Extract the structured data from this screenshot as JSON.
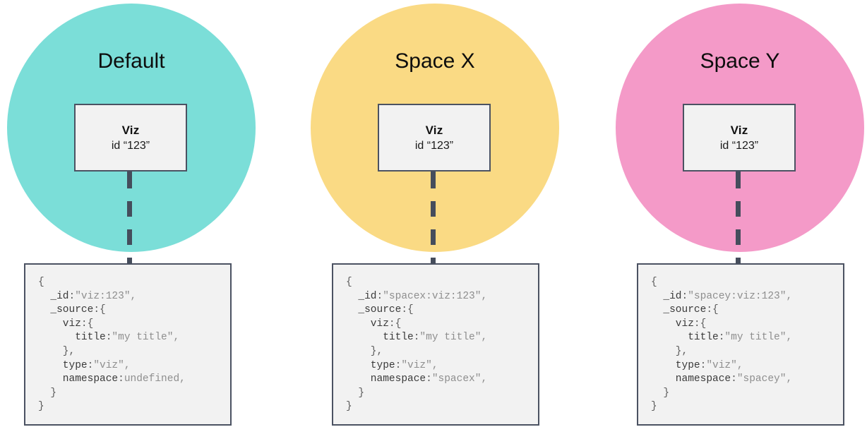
{
  "columns": [
    {
      "title": "Default",
      "circle_color": "#7bded8",
      "node": {
        "title": "Viz",
        "subtitle": "id “123”"
      },
      "json_lines": [
        [
          {
            "t": "{",
            "c": "p"
          }
        ],
        [
          {
            "t": "  _id",
            "c": "k"
          },
          {
            "t": ":",
            "c": "p"
          },
          {
            "t": "\"viz:123\"",
            "c": "v"
          },
          {
            "t": ",",
            "c": "v"
          }
        ],
        [
          {
            "t": "  _source",
            "c": "k"
          },
          {
            "t": ":{",
            "c": "p"
          }
        ],
        [
          {
            "t": "    viz",
            "c": "k"
          },
          {
            "t": ":{",
            "c": "p"
          }
        ],
        [
          {
            "t": "      title",
            "c": "k"
          },
          {
            "t": ":",
            "c": "p"
          },
          {
            "t": "\"my title\"",
            "c": "v"
          },
          {
            "t": ",",
            "c": "v"
          }
        ],
        [
          {
            "t": "    },",
            "c": "p"
          }
        ],
        [
          {
            "t": "    type",
            "c": "k"
          },
          {
            "t": ":",
            "c": "p"
          },
          {
            "t": "\"viz\"",
            "c": "v"
          },
          {
            "t": ",",
            "c": "v"
          }
        ],
        [
          {
            "t": "    namespace",
            "c": "k"
          },
          {
            "t": ":",
            "c": "p"
          },
          {
            "t": "undefined",
            "c": "v"
          },
          {
            "t": ",",
            "c": "v"
          }
        ],
        [
          {
            "t": "  }",
            "c": "p"
          }
        ],
        [
          {
            "t": "}",
            "c": "p"
          }
        ]
      ]
    },
    {
      "title": "Space X",
      "circle_color": "#fada84",
      "node": {
        "title": "Viz",
        "subtitle": "id “123”"
      },
      "json_lines": [
        [
          {
            "t": "{",
            "c": "p"
          }
        ],
        [
          {
            "t": "  _id",
            "c": "k"
          },
          {
            "t": ":",
            "c": "p"
          },
          {
            "t": "\"spacex:viz:123\"",
            "c": "v"
          },
          {
            "t": ",",
            "c": "v"
          }
        ],
        [
          {
            "t": "  _source",
            "c": "k"
          },
          {
            "t": ":{",
            "c": "p"
          }
        ],
        [
          {
            "t": "    viz",
            "c": "k"
          },
          {
            "t": ":{",
            "c": "p"
          }
        ],
        [
          {
            "t": "      title",
            "c": "k"
          },
          {
            "t": ":",
            "c": "p"
          },
          {
            "t": "\"my title\"",
            "c": "v"
          },
          {
            "t": ",",
            "c": "v"
          }
        ],
        [
          {
            "t": "    },",
            "c": "p"
          }
        ],
        [
          {
            "t": "    type",
            "c": "k"
          },
          {
            "t": ":",
            "c": "p"
          },
          {
            "t": "\"viz\"",
            "c": "v"
          },
          {
            "t": ",",
            "c": "v"
          }
        ],
        [
          {
            "t": "    namespace",
            "c": "k"
          },
          {
            "t": ":",
            "c": "p"
          },
          {
            "t": "\"spacex\"",
            "c": "v"
          },
          {
            "t": ",",
            "c": "v"
          }
        ],
        [
          {
            "t": "  }",
            "c": "p"
          }
        ],
        [
          {
            "t": "}",
            "c": "p"
          }
        ]
      ]
    },
    {
      "title": "Space Y",
      "circle_color": "#f49ac8",
      "node": {
        "title": "Viz",
        "subtitle": "id “123”"
      },
      "json_lines": [
        [
          {
            "t": "{",
            "c": "p"
          }
        ],
        [
          {
            "t": "  _id",
            "c": "k"
          },
          {
            "t": ":",
            "c": "p"
          },
          {
            "t": "\"spacey:viz:123\"",
            "c": "v"
          },
          {
            "t": ",",
            "c": "v"
          }
        ],
        [
          {
            "t": "  _source",
            "c": "k"
          },
          {
            "t": ":{",
            "c": "p"
          }
        ],
        [
          {
            "t": "    viz",
            "c": "k"
          },
          {
            "t": ":{",
            "c": "p"
          }
        ],
        [
          {
            "t": "      title",
            "c": "k"
          },
          {
            "t": ":",
            "c": "p"
          },
          {
            "t": "\"my title\"",
            "c": "v"
          },
          {
            "t": ",",
            "c": "v"
          }
        ],
        [
          {
            "t": "    },",
            "c": "p"
          }
        ],
        [
          {
            "t": "    type",
            "c": "k"
          },
          {
            "t": ":",
            "c": "p"
          },
          {
            "t": "\"viz\"",
            "c": "v"
          },
          {
            "t": ",",
            "c": "v"
          }
        ],
        [
          {
            "t": "    namespace",
            "c": "k"
          },
          {
            "t": ":",
            "c": "p"
          },
          {
            "t": "\"spacey\"",
            "c": "v"
          },
          {
            "t": ",",
            "c": "v"
          }
        ],
        [
          {
            "t": "  }",
            "c": "p"
          }
        ],
        [
          {
            "t": "}",
            "c": "p"
          }
        ]
      ]
    }
  ],
  "palette": {
    "node_border": "#4b5262",
    "node_fill": "#f2f2f2",
    "connector": "#454d5c",
    "panel_fill": "#f2f2f2",
    "panel_border": "#4b5262",
    "json_key": "#3a3a3a",
    "json_value": "#8e8e8e",
    "background": "#ffffff"
  }
}
